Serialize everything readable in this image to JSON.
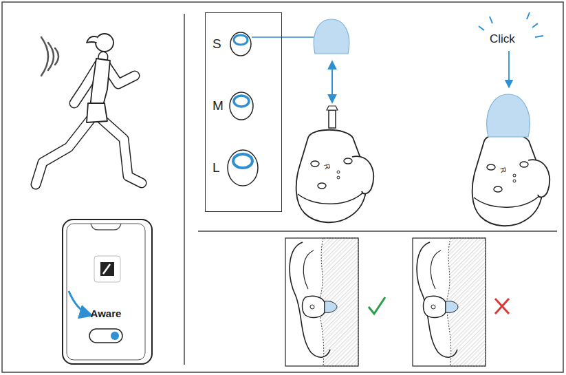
{
  "diagram": {
    "nodes": [
      {
        "text": [
          "S",
          "M",
          "L"
        ]
      },
      {
        "text": [
          "Aware"
        ]
      }
    ],
    "labels": [
      "Click",
      "R",
      "R"
    ]
  }
}
